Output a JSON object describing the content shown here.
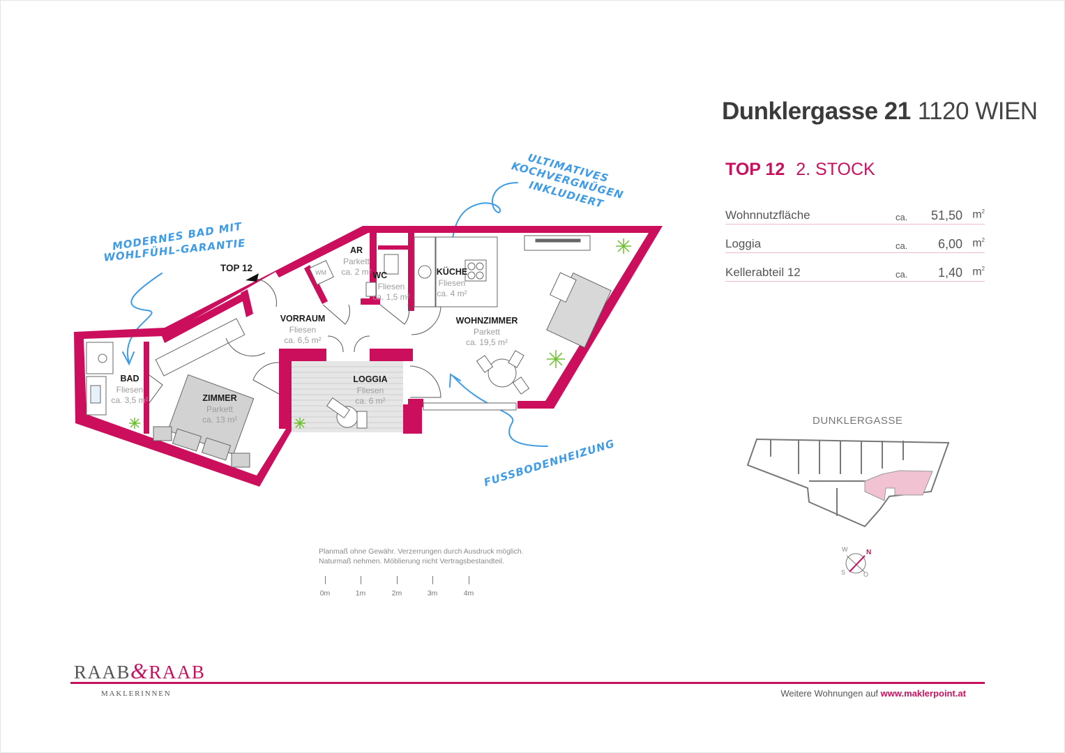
{
  "header": {
    "street": "Dunklergasse 21",
    "city": "1120 WIEN",
    "unit": "TOP 12",
    "floor": "2. STOCK"
  },
  "areas": [
    {
      "label": "Wohnnutzfläche",
      "ca": "ca.",
      "value": "51,50",
      "unit": "m",
      "sup": "2"
    },
    {
      "label": "Loggia",
      "ca": "ca.",
      "value": "6,00",
      "unit": "m",
      "sup": "2"
    },
    {
      "label": "Kellerabteil 12",
      "ca": "ca.",
      "value": "1,40",
      "unit": "m",
      "sup": "2"
    }
  ],
  "plan": {
    "entrance_label": "TOP 12",
    "washer_label": "WM",
    "rooms": [
      {
        "name": "AR",
        "floor": "Parkett",
        "area": "ca. 2 m²"
      },
      {
        "name": "WC",
        "floor": "Fliesen",
        "area": "ca. 1,5 m²"
      },
      {
        "name": "KÜCHE",
        "floor": "Fliesen",
        "area": "ca. 4 m²"
      },
      {
        "name": "VORRAUM",
        "floor": "Fliesen",
        "area": "ca. 6,5 m²"
      },
      {
        "name": "WOHNZIMMER",
        "floor": "Parkett",
        "area": "ca. 19,5 m²"
      },
      {
        "name": "LOGGIA",
        "floor": "Fliesen",
        "area": "ca. 6 m²"
      },
      {
        "name": "BAD",
        "floor": "Fliesen",
        "area": "ca. 3,5 m²"
      },
      {
        "name": "ZIMMER",
        "floor": "Parkett",
        "area": "ca. 13 m²"
      }
    ],
    "annotations": {
      "bath_1": "MODERNES BAD MIT",
      "bath_2": "WOHLFÜHL-GARANTIE",
      "kitchen_1": "ULTIMATIVES",
      "kitchen_2": "KOCHVERGNÜGEN",
      "kitchen_3": "INKLUDIERT",
      "floor_heating": "FUSSBODENHEIZUNG"
    },
    "wall_color": "#cc0f5c",
    "annotation_color": "#3e9be5"
  },
  "disclaimer": {
    "line1": "Planmaß ohne Gewähr. Verzerrungen durch Ausdruck möglich.",
    "line2": "Naturmaß nehmen. Möblierung nicht Vertragsbestandteil."
  },
  "scale": [
    "0m",
    "1m",
    "2m",
    "3m",
    "4m"
  ],
  "site_plan": {
    "street": "DUNKLERGASSE",
    "compass": {
      "n": "N",
      "w": "W",
      "s": "S",
      "o": "O"
    }
  },
  "footer": {
    "logo_left": "RAAB",
    "logo_amp": "&",
    "logo_right": "RAAB",
    "tagline": "MAKLERINNEN",
    "more_text": "Weitere Wohnungen auf",
    "url": "www.maklerpoint.at"
  }
}
